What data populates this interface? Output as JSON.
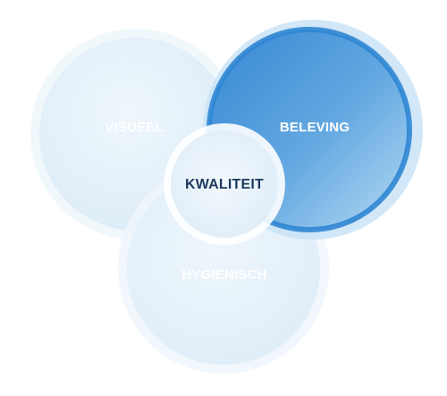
{
  "diagram": {
    "circles": {
      "visueel": {
        "label": "VISUEEL"
      },
      "beleving": {
        "label": "BELEVING"
      },
      "hygienisch": {
        "label": "HYGIENISCH"
      },
      "kwaliteit": {
        "label": "KWALITEIT"
      }
    }
  },
  "colors": {
    "light_fill": "#e3f0f9",
    "light_ring": "#f1f8fd",
    "accent_blue": "#2f86d3",
    "accent_blue_light": "#9ccaee",
    "dark_text": "#1c3a5e",
    "white_text": "#ffffff"
  }
}
